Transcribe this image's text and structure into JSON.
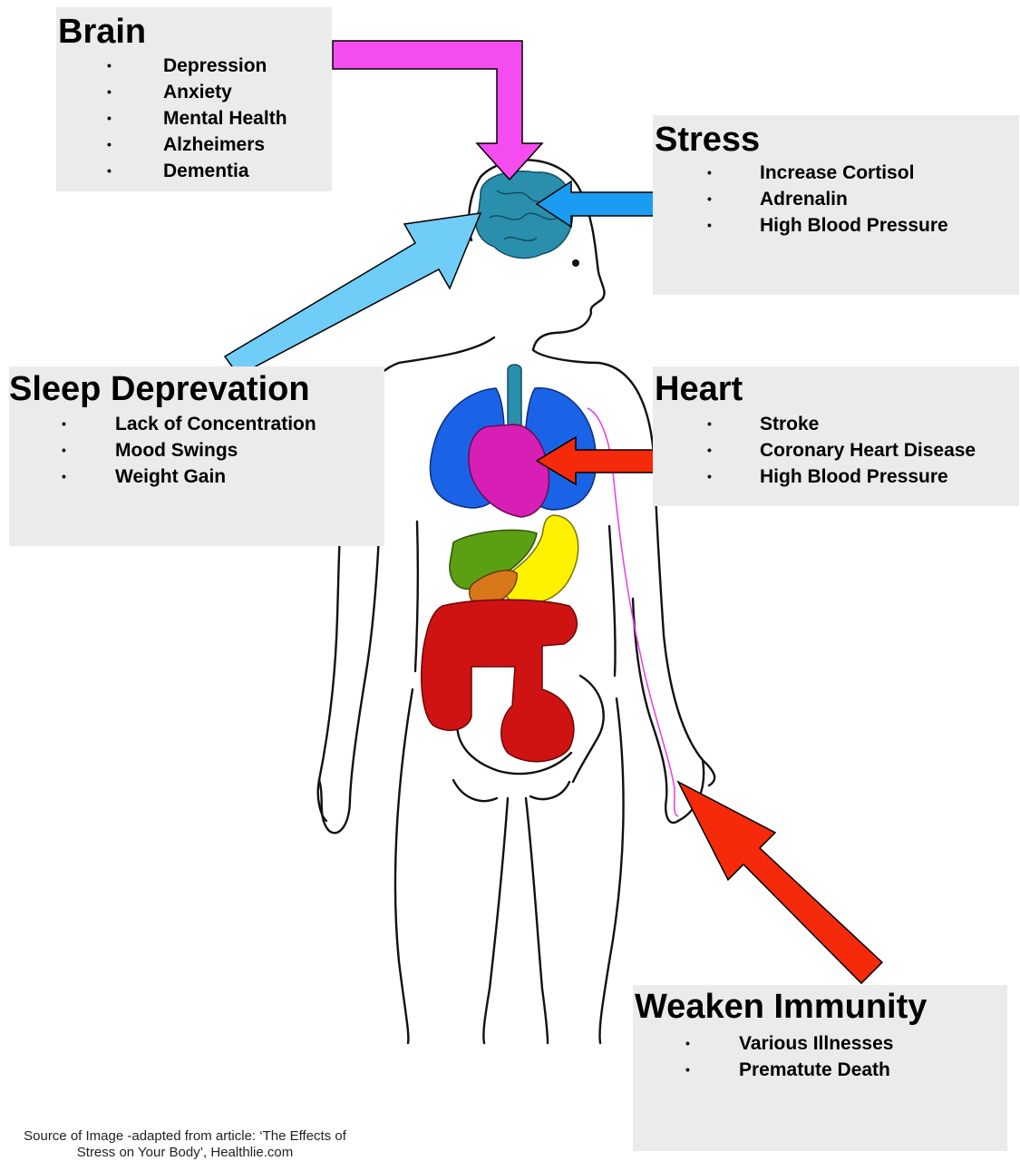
{
  "boxes": {
    "brain": {
      "title": "Brain",
      "items": [
        "Depression",
        "Anxiety",
        "Mental Health",
        "Alzheimers",
        "Dementia"
      ]
    },
    "stress": {
      "title": "Stress",
      "items": [
        "Increase Cortisol",
        "Adrenalin",
        "High Blood Pressure"
      ]
    },
    "sleep": {
      "title": "Sleep Deprevation",
      "items": [
        "Lack of Concentration",
        "Mood Swings",
        "Weight Gain"
      ]
    },
    "heart": {
      "title": "Heart",
      "items": [
        "Stroke",
        "Coronary Heart Disease",
        "High Blood Pressure"
      ]
    },
    "immunity": {
      "title": "Weaken Immunity",
      "items": [
        "Various Illnesses",
        "Prematute Death"
      ]
    }
  },
  "bullet": "•",
  "source": "Source of Image -adapted from article: ‘The Effects of Stress on Your Body’, Healthlie.com",
  "colors": {
    "box_bg": "#ebebeb",
    "brain_arrow": "#f54cf0",
    "stress_arrow": "#1a9cf2",
    "sleep_arrow": "#6fcdf7",
    "heart_arrow": "#f52a0a",
    "immunity_arrow": "#f52a0a",
    "brain_organ": "#2a8fad",
    "lungs": "#1b63e6",
    "heart_organ": "#d81fb5",
    "liver": "#5aa012",
    "stomach": "#fff200",
    "gallbladder": "#d9781a",
    "intestines": "#cf1313"
  }
}
